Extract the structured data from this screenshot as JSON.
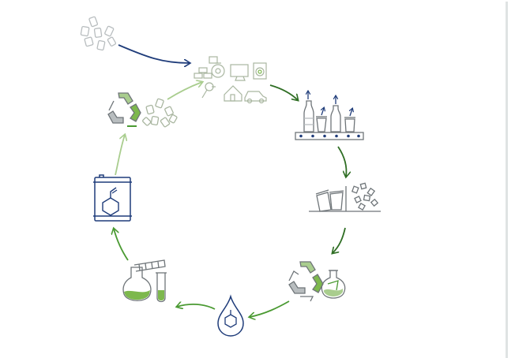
{
  "colors": {
    "navy": "#1f3c7a",
    "dark_green": "#2f6e24",
    "green": "#4a9a32",
    "light_green": "#7db84d",
    "pale_green": "#a9cd8e",
    "gray": "#6f7579",
    "light_gray": "#b8bdbf"
  },
  "stages": [
    {
      "name": "waste-polystyrene-pieces",
      "icon": "plastic-pieces-icon"
    },
    {
      "name": "consumer-products",
      "icon": "consumer-products-icon"
    },
    {
      "name": "packaging-production-line",
      "icon": "bottles-conveyor-icon"
    },
    {
      "name": "used-packaging-sorting",
      "icon": "packaging-waste-icon"
    },
    {
      "name": "chemical-recycling",
      "icon": "recycle-flask-icon"
    },
    {
      "name": "styrene-monomer-droplet",
      "icon": "styrene-droplet-icon"
    },
    {
      "name": "distillation-purification",
      "icon": "distillation-flask-icon"
    },
    {
      "name": "styrene-storage-drum",
      "icon": "styrene-drum-icon"
    },
    {
      "name": "mechanical-recycling",
      "icon": "recycle-pieces-icon"
    }
  ]
}
